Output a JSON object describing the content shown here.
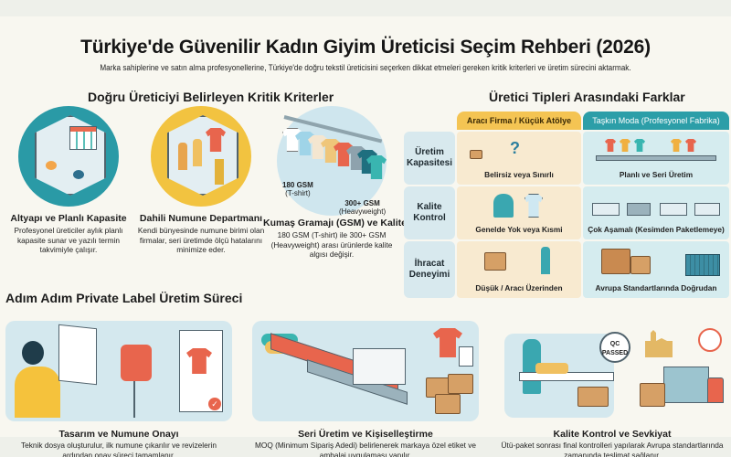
{
  "header": {
    "title": "Türkiye'de Güvenilir Kadın Giyim Üreticisi Seçim Rehberi (2026)",
    "subtitle": "Marka sahiplerine ve satın alma profesyonellerine, Türkiye'de doğru tekstil üreticisini seçerken dikkat etmeleri gereken kritik kriterleri ve üretim sürecini aktarmak."
  },
  "criteria": {
    "heading": "Doğru Üreticiyi Belirleyen Kritik Kriterler",
    "items": [
      {
        "title": "Altyapı ve Planlı Kapasite",
        "desc": "Profesyonel üreticiler aylık planlı kapasite sunar ve yazılı termin takvimiyle çalışır.",
        "icon": "factory-floor-icon",
        "ring_color": "#2a9aa6"
      },
      {
        "title": "Dahili Numune Departmanı",
        "desc": "Kendi bünyesinde numune birimi olan firmalar, seri üretimde ölçü hatalarını minimize eder.",
        "icon": "sample-room-icon",
        "ring_color": "#f2c340"
      },
      {
        "title": "Kumaş Gramajı (GSM) ve Kalite",
        "desc": "180 GSM (T-shirt) ile 300+ GSM (Heavyweight) arası ürünlerde kalite algısı değişir.",
        "icon": "tshirt-rack-icon",
        "ring_color": "#cfe6ee",
        "labels": {
          "low": "180 GSM",
          "low_sub": "(T-shirt)",
          "high": "300+ GSM",
          "high_sub": "(Heavyweight)"
        }
      }
    ]
  },
  "comparison": {
    "heading": "Üretici Tipleri Arasındaki Farklar",
    "columns": [
      {
        "label": "Aracı Firma / Küçük Atölye",
        "color": "#f4c453"
      },
      {
        "label": "Taşkın Moda (Profesyonel Fabrika)",
        "color": "#2c9ea8"
      }
    ],
    "rows": [
      {
        "label": "Üretim Kapasitesi",
        "a": "Belirsiz veya Sınırlı",
        "b": "Planlı ve Seri Üretim"
      },
      {
        "label": "Kalite Kontrol",
        "a": "Genelde Yok veya Kısmi",
        "b": "Çok Aşamalı (Kesimden Paketlemeye)"
      },
      {
        "label": "İhracat Deneyimi",
        "a": "Düşük / Aracı Üzerinden",
        "b": "Avrupa Standartlarında Doğrudan"
      }
    ]
  },
  "process": {
    "heading": "Adım Adım Private Label Üretim Süreci",
    "steps": [
      {
        "title": "Tasarım ve Numune Onayı",
        "desc": "Teknik dosya oluşturulur, ilk numune çıkarılır ve revizelerin ardından onay süreci tamamlanır.",
        "icon": "design-approval-icon"
      },
      {
        "title": "Seri Üretim ve Kişiselleştirme",
        "desc": "MOQ (Minimum Sipariş Adedi) belirlenerek markaya özel etiket ve ambalaj uygulaması yapılır.",
        "icon": "production-line-icon"
      },
      {
        "title": "Kalite Kontrol ve Sevkiyat",
        "desc": "Ütü-paket sonrası final kontrolleri yapılarak Avrupa standartlarında zamanında teslimat sağlanır.",
        "icon": "shipping-truck-icon",
        "badge": "QC PASSED"
      }
    ]
  }
}
